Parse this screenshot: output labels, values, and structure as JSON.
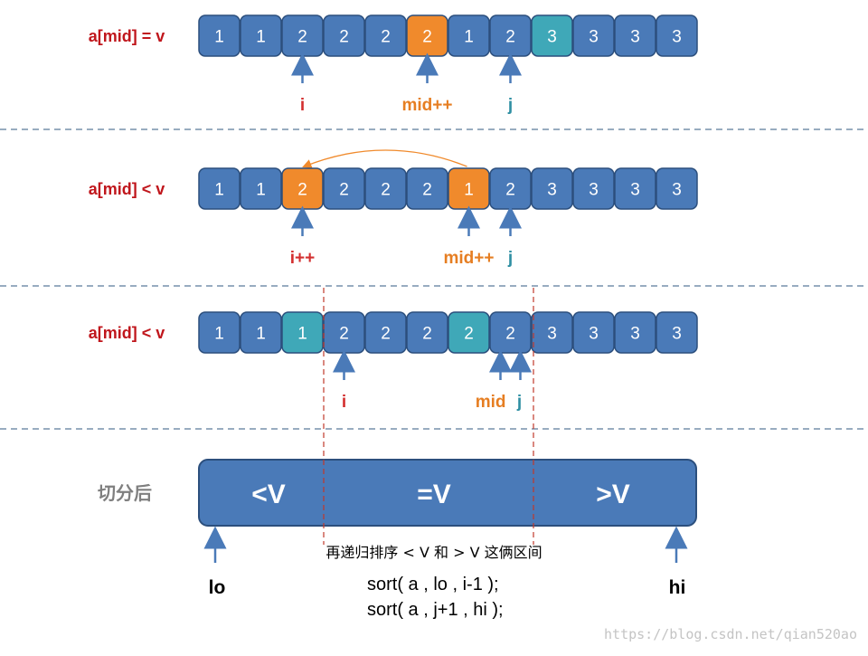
{
  "colors": {
    "cell": "#4a7ab8",
    "cell_border": "#2c4f7d",
    "highlight_orange": "#f08a2c",
    "highlight_teal": "#3fa8b8",
    "condition": "#c0161c",
    "pointer_i": "#d32f2f",
    "pointer_mid": "#e67e22",
    "pointer_j": "#2f8fa3",
    "arrow": "#4a7ab8",
    "separator": "#5b7a9a",
    "partition_line": "#c0392b",
    "label_gray": "#7f7f7f"
  },
  "rows": [
    {
      "condition": "a[mid] = v",
      "cells": [
        "1",
        "1",
        "2",
        "2",
        "2",
        "2",
        "1",
        "2",
        "3",
        "3",
        "3",
        "3"
      ],
      "highlights": {
        "5": "orange",
        "8": "teal"
      },
      "pointers": [
        {
          "index": 2,
          "label": "i",
          "color": "pointer_i"
        },
        {
          "index": 5,
          "label": "mid++",
          "color": "pointer_mid"
        },
        {
          "index": 7,
          "label": "j",
          "color": "pointer_j"
        }
      ]
    },
    {
      "condition": "a[mid] < v",
      "cells": [
        "1",
        "1",
        "2",
        "2",
        "2",
        "2",
        "1",
        "2",
        "3",
        "3",
        "3",
        "3"
      ],
      "highlights": {
        "2": "orange",
        "6": "orange"
      },
      "swap": [
        2,
        6
      ],
      "pointers": [
        {
          "index": 2,
          "label": "i++",
          "color": "pointer_i"
        },
        {
          "index": 6,
          "label": "mid++",
          "color": "pointer_mid"
        },
        {
          "index": 7,
          "label": "j",
          "color": "pointer_j"
        }
      ]
    },
    {
      "condition": "a[mid] < v",
      "cells": [
        "1",
        "1",
        "1",
        "2",
        "2",
        "2",
        "2",
        "2",
        "3",
        "3",
        "3",
        "3"
      ],
      "highlights": {
        "2": "teal",
        "6": "teal"
      },
      "pointers": [
        {
          "index": 3,
          "label": "i",
          "color": "pointer_i"
        },
        {
          "index": 7,
          "label": "mid",
          "color": "pointer_mid"
        },
        {
          "index": 7,
          "label": "j",
          "color": "pointer_j"
        }
      ]
    }
  ],
  "result": {
    "label": "切分后",
    "segments": [
      "<V",
      "=V",
      ">V"
    ],
    "note": "再递归排序 < V 和 > V 这俩区间",
    "lo_label": "lo",
    "hi_label": "hi",
    "code": [
      "sort( a , lo , i-1 );",
      "sort( a , j+1 , hi );"
    ]
  },
  "watermark": "https://blog.csdn.net/qian520ao"
}
